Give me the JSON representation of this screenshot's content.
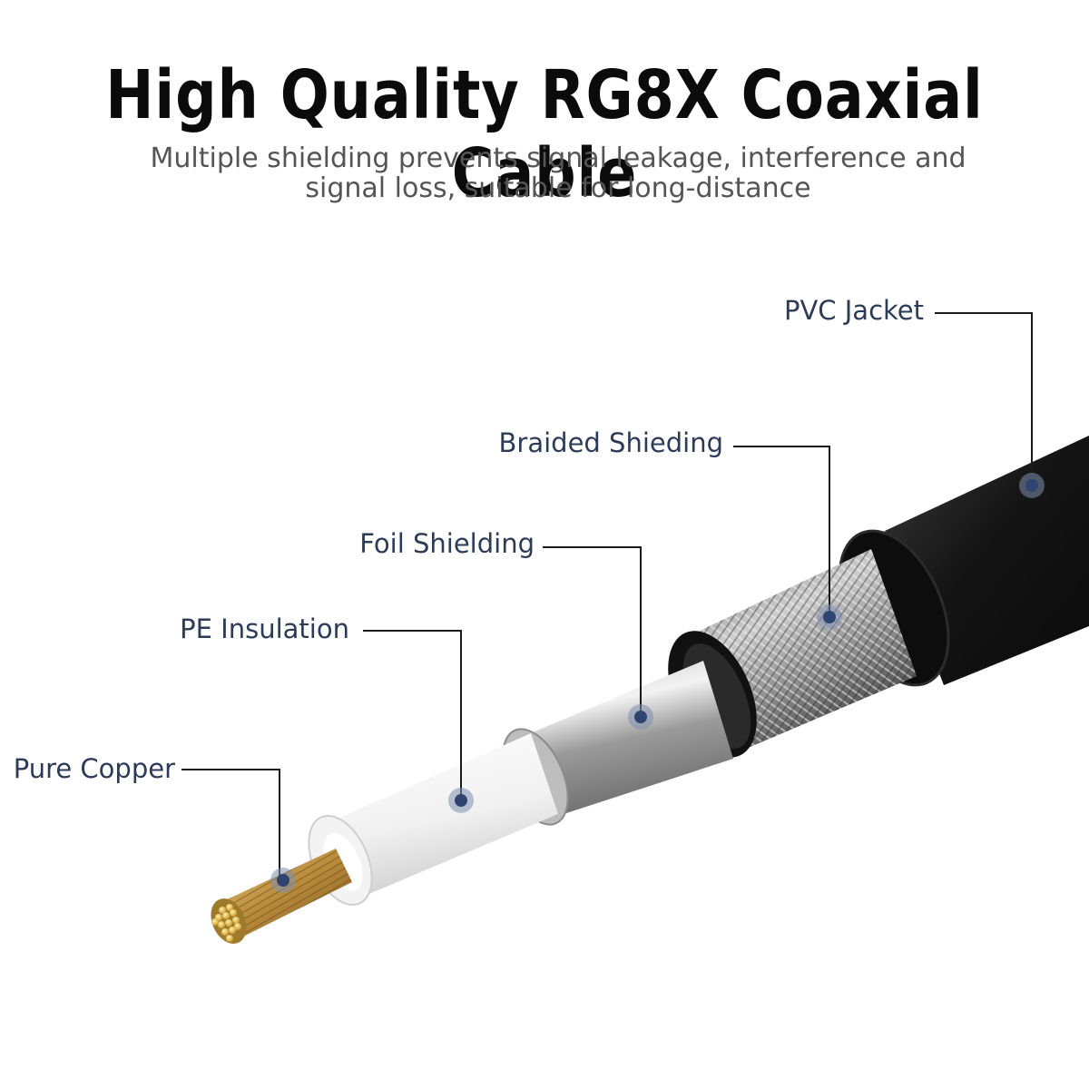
{
  "title": "High Quality RG8X Coaxial Cable",
  "subtitle": "Multiple shielding prevents signal leakage, interference and signal loss, suitable for long-distance",
  "labels": {
    "pvc_jacket": "PVC Jacket",
    "braided_shielding": "Braided Shieding",
    "foil_shielding": "Foil Shielding",
    "pe_insulation": "PE Insulation",
    "pure_copper": "Pure Copper"
  },
  "colors": {
    "label_text": "#2c3c58",
    "marker_dot": "#2f4470",
    "jacket": "#1a1a1a",
    "foil": "#a8a8a8",
    "insulation": "#f4f4f4",
    "copper": "#c9a045"
  }
}
